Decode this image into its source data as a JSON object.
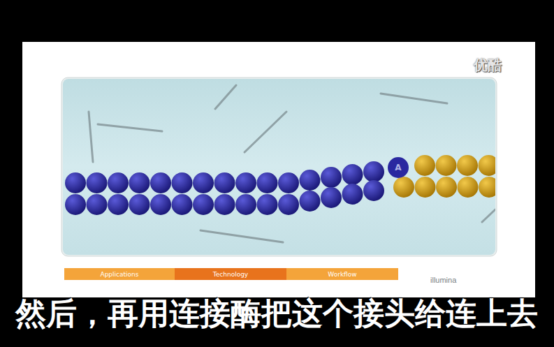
{
  "diagram": {
    "nodes": [
      {
        "text": [
          "A"
        ]
      },
      {
        "text": [
          "Applications"
        ]
      },
      {
        "text": [
          "Technology"
        ]
      },
      {
        "text": [
          "Workflow"
        ]
      }
    ],
    "labels": [
      "优酷",
      "illumina",
      "然后，再用连接酶把这个接头给连上去"
    ]
  }
}
